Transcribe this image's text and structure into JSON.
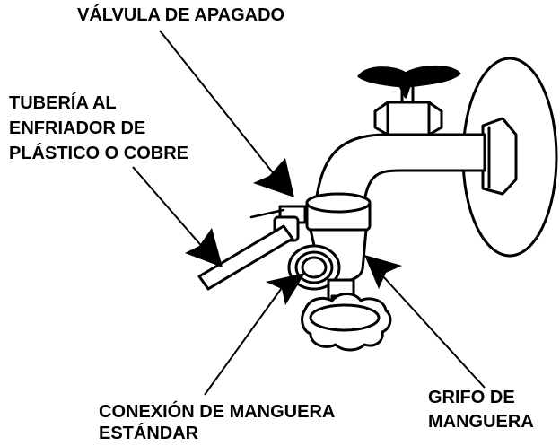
{
  "labels": {
    "shutoff_valve": "VÁLVULA DE APAGADO",
    "tubing_line1": "TUBERÍA AL",
    "tubing_line2": "ENFRIADOR DE",
    "tubing_line3": "PLÁSTICO O COBRE",
    "hose_connection_line1": "CONEXIÓN DE MANGUERA",
    "hose_connection_line2": "ESTÁNDAR",
    "hose_bibb_line1": "GRIFO DE",
    "hose_bibb_line2": "MANGUERA"
  },
  "colors": {
    "ink": "#000000",
    "paper": "#ffffff",
    "shade": "#d9d9d9"
  }
}
